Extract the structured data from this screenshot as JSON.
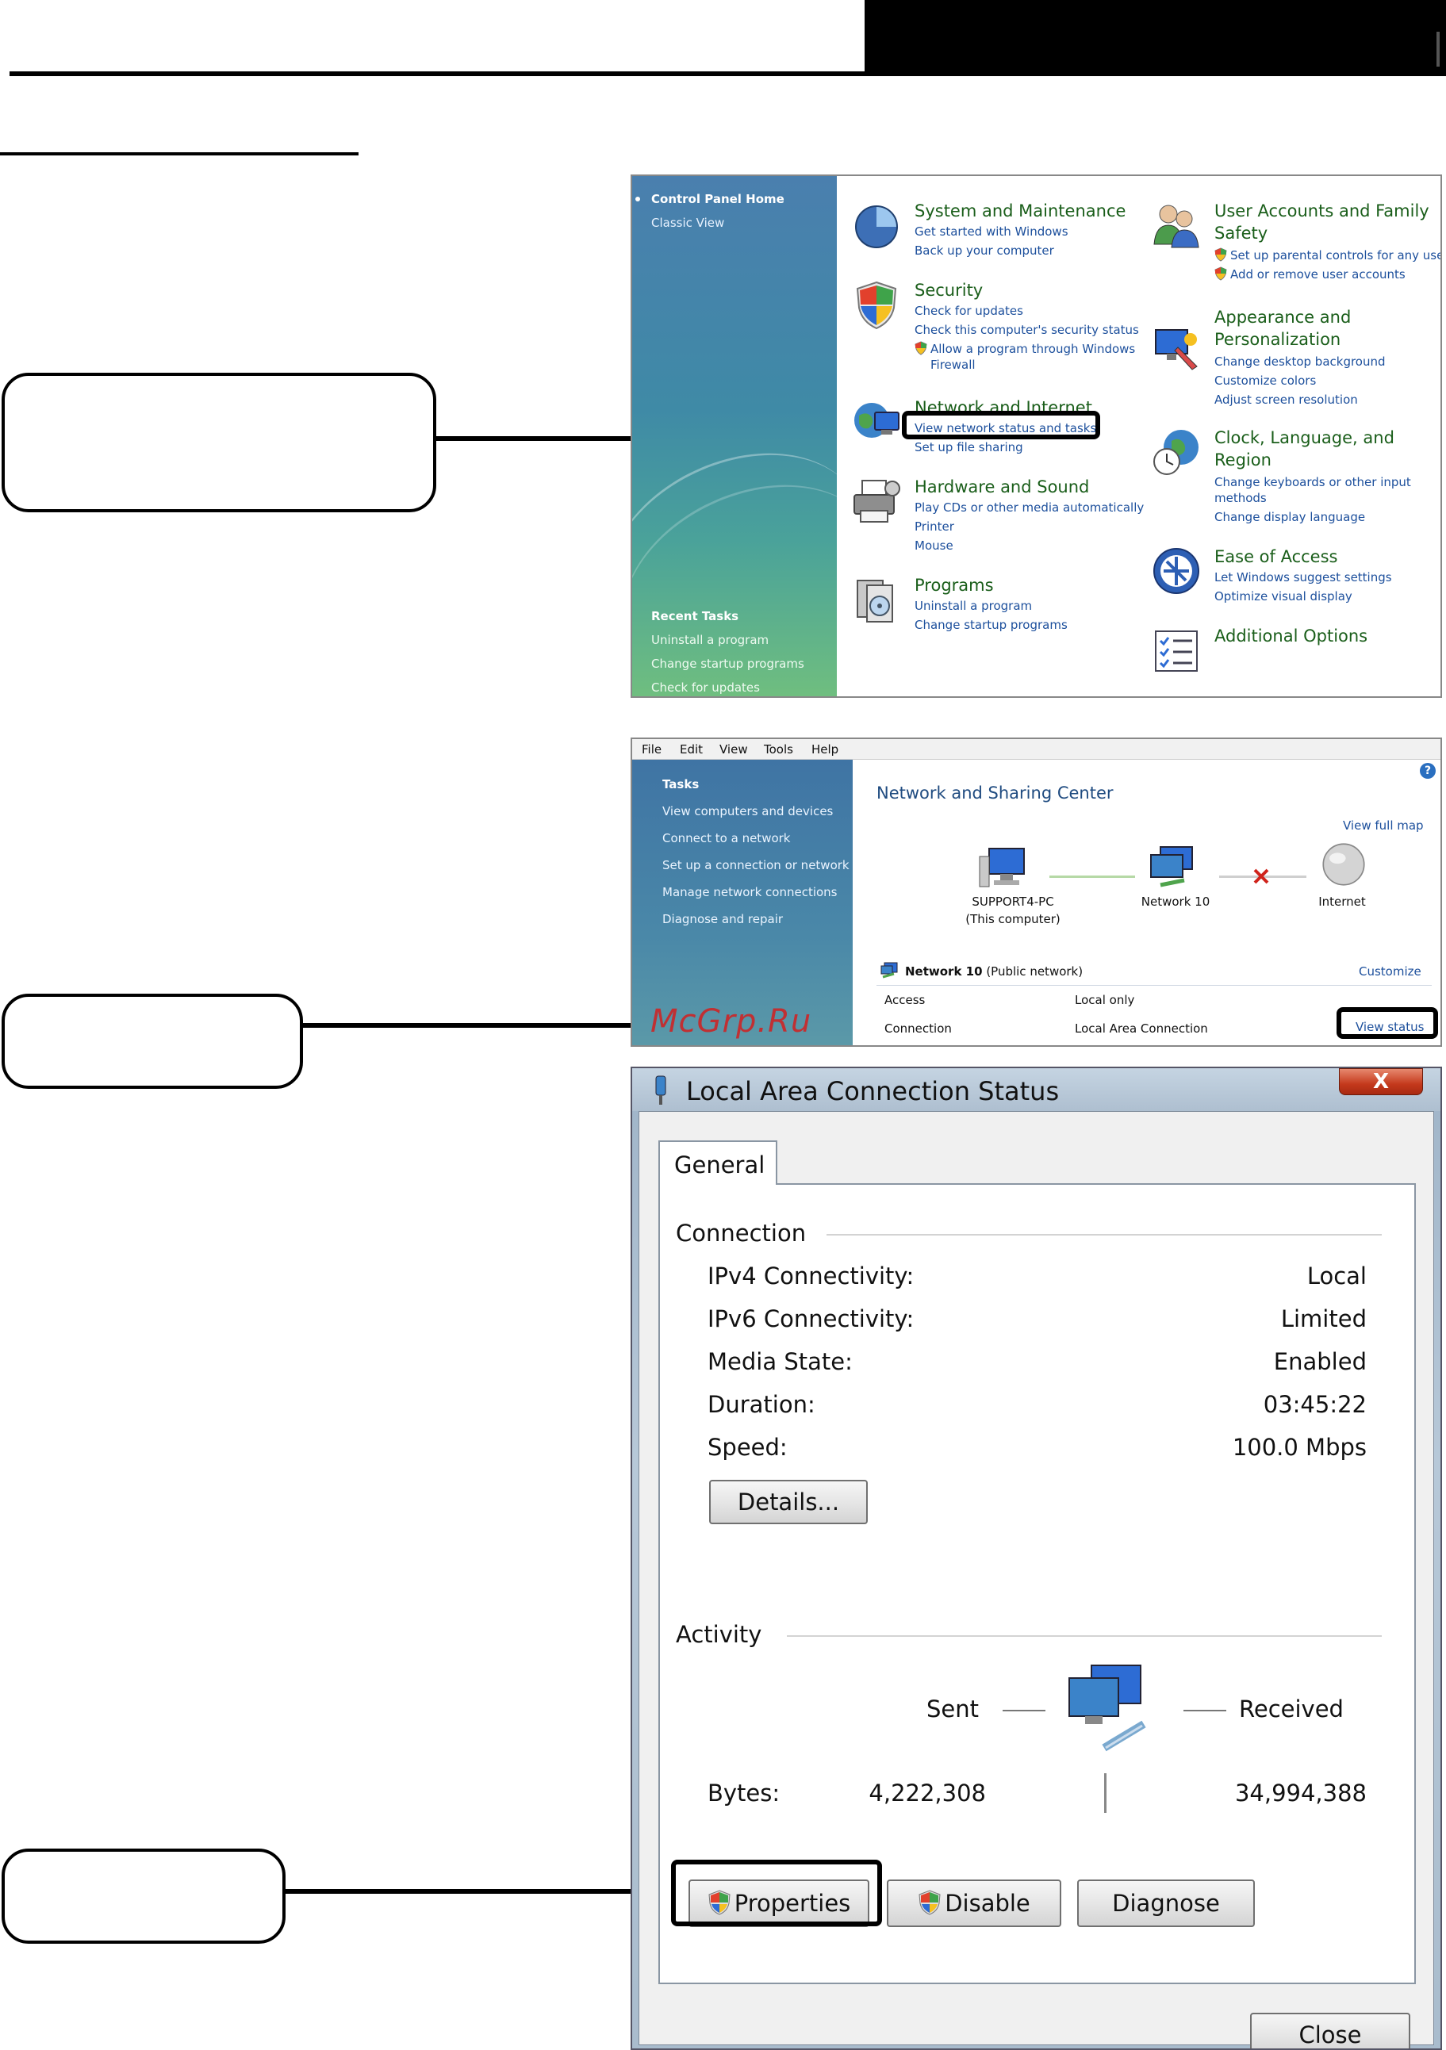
{
  "control_panel": {
    "sidebar": {
      "home": "Control Panel Home",
      "classic": "Classic View",
      "recent_title": "Recent Tasks",
      "recent": [
        "Uninstall a program",
        "Change startup programs",
        "Check for updates"
      ]
    },
    "categories": [
      {
        "title": "System and Maintenance",
        "links": [
          "Get started with Windows",
          "Back up your computer"
        ],
        "icon": "system-maintenance-icon"
      },
      {
        "title": "Security",
        "links": [
          "Check for updates",
          "Check this computer's security status",
          "Allow a program through Windows",
          "Firewall"
        ],
        "icon": "shield-icon"
      },
      {
        "title": "Network and Internet",
        "links": [
          "View network status and tasks",
          "Set up file sharing"
        ],
        "icon": "network-globe-icon"
      },
      {
        "title": "Hardware and Sound",
        "links": [
          "Play CDs or other media automatically",
          "Printer",
          "Mouse"
        ],
        "icon": "printer-icon"
      },
      {
        "title": "Programs",
        "links": [
          "Uninstall a program",
          "Change startup programs"
        ],
        "icon": "programs-icon"
      },
      {
        "title_line1": "User Accounts and Family",
        "title_line2": "Safety",
        "links": [
          "Set up parental controls for any user",
          "Add or remove user accounts"
        ],
        "icon": "users-icon"
      },
      {
        "title_line1": "Appearance and",
        "title_line2": "Personalization",
        "links": [
          "Change desktop background",
          "Customize colors",
          "Adjust screen resolution"
        ],
        "icon": "appearance-icon"
      },
      {
        "title_line1": "Clock, Language, and",
        "title_line2": "Region",
        "links": [
          "Change keyboards or other input",
          "methods",
          "Change display language"
        ],
        "icon": "clock-globe-icon"
      },
      {
        "title": "Ease of Access",
        "links": [
          "Let Windows suggest settings",
          "Optimize visual display"
        ],
        "icon": "ease-of-access-icon"
      },
      {
        "title": "Additional Options",
        "links": [],
        "icon": "checklist-icon"
      }
    ]
  },
  "network_center": {
    "menu": [
      "File",
      "Edit",
      "View",
      "Tools",
      "Help"
    ],
    "sidebar": {
      "title": "Tasks",
      "items": [
        "View computers and devices",
        "Connect to a network",
        "Set up a connection or network",
        "Manage network connections",
        "Diagnose and repair"
      ]
    },
    "title": "Network and Sharing Center",
    "view_full_map": "View full map",
    "nodes": {
      "computer": "SUPPORT4-PC",
      "computer_sub": "(This computer)",
      "network": "Network 10",
      "internet": "Internet"
    },
    "network_name": "Network  10",
    "network_type": "(Public network)",
    "customize": "Customize",
    "access_label": "Access",
    "access_value": "Local only",
    "connection_label": "Connection",
    "connection_value": "Local Area Connection",
    "view_status": "View status",
    "help": "?"
  },
  "watermark": "McGrp.Ru",
  "status_dialog": {
    "title": "Local Area Connection Status",
    "close_glyph": "X",
    "tab": "General",
    "connection_group": "Connection",
    "rows": [
      {
        "label": "IPv4 Connectivity:",
        "value": "Local"
      },
      {
        "label": "IPv6 Connectivity:",
        "value": "Limited"
      },
      {
        "label": "Media State:",
        "value": "Enabled"
      },
      {
        "label": "Duration:",
        "value": "03:45:22"
      },
      {
        "label": "Speed:",
        "value": "100.0 Mbps"
      }
    ],
    "details_button": "Details...",
    "activity_group": "Activity",
    "sent": "Sent",
    "received": "Received",
    "bytes_label": "Bytes:",
    "bytes_sent": "4,222,308",
    "bytes_received": "34,994,388",
    "properties_button": "Properties",
    "disable_button": "Disable",
    "diagnose_button": "Diagnose",
    "close_button": "Close"
  }
}
